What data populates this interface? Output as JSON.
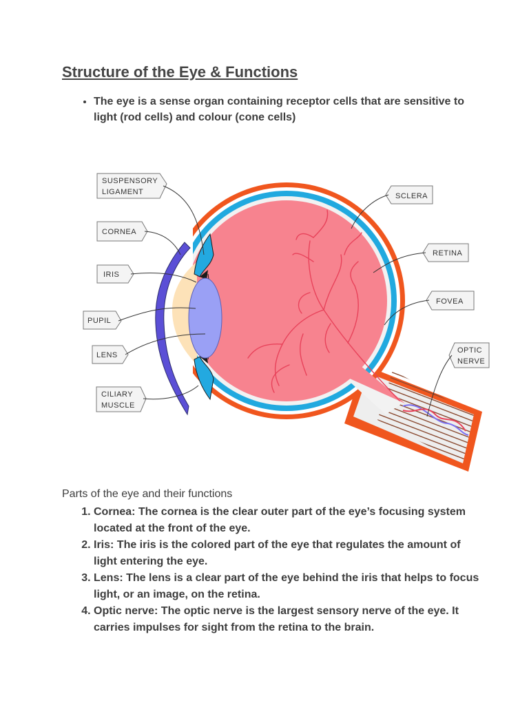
{
  "title": "Structure of the Eye & Functions",
  "intro_bullets": [
    "The eye is a sense organ containing receptor cells that are sensitive to light (rod cells) and colour (cone cells)"
  ],
  "diagram": {
    "labels": {
      "suspensory_1": "SUSPENSORY",
      "suspensory_2": "LIGAMENT",
      "cornea": "CORNEA",
      "iris": "IRIS",
      "pupil": "PUPIL",
      "lens": "LENS",
      "ciliary_1": "CILIARY",
      "ciliary_2": "MUSCLE",
      "sclera": "SCLERA",
      "retina": "RETINA",
      "fovea": "FOVEA",
      "optic_1": "OPTIC",
      "optic_2": "NERVE"
    },
    "colors": {
      "sclera": "#f0561e",
      "choroid": "#ffffff",
      "retina_layer": "#21a9df",
      "vitreous": "#f7838f",
      "vessels": "#e8425a",
      "cornea": "#5b4fd6",
      "aqueous": "#fde2b8",
      "lens": "#9aa0f5",
      "ciliary": "#23a9e0",
      "optic_stripes": "#8a4b32"
    }
  },
  "parts_heading": "Parts of the eye and their functions",
  "parts": [
    "Cornea: The cornea is the clear outer part of the eye’s focusing system located at the front of the eye.",
    "Iris: The iris is the colored part of the eye that regulates the amount of light entering the eye.",
    "Lens: The lens is a clear part of the eye behind the iris that helps to focus light, or an image, on the retina.",
    "Optic nerve: The optic nerve is the largest sensory nerve of the eye. It carries impulses for sight from the retina to the brain."
  ]
}
